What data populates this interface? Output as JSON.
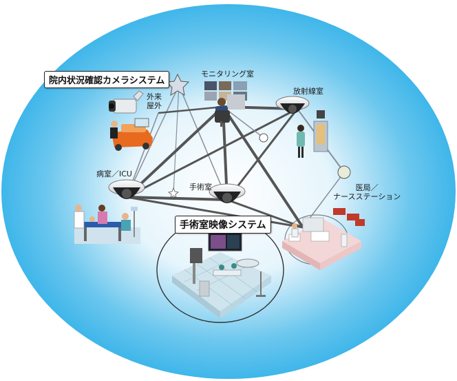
{
  "title_box_1": "院内状況確認カメラシステム",
  "title_box_2": "手術室映像システム",
  "labels": {
    "outpatient": [
      "外来",
      "屋外"
    ],
    "monitoring_room": "モニタリング室",
    "radiology": "放射線室",
    "ward_icu": "病室／ICU",
    "operating_room": "手術室",
    "medical_office": [
      "医局／",
      "ナースステーション"
    ]
  },
  "colors": {
    "sky_center": "#ffffff",
    "sky_edge": "#3fb6ea",
    "connector": "#555555",
    "line_thin": "#8a8f99",
    "floor": "#cfe4ec",
    "office_floor": "#f3d6d6"
  }
}
